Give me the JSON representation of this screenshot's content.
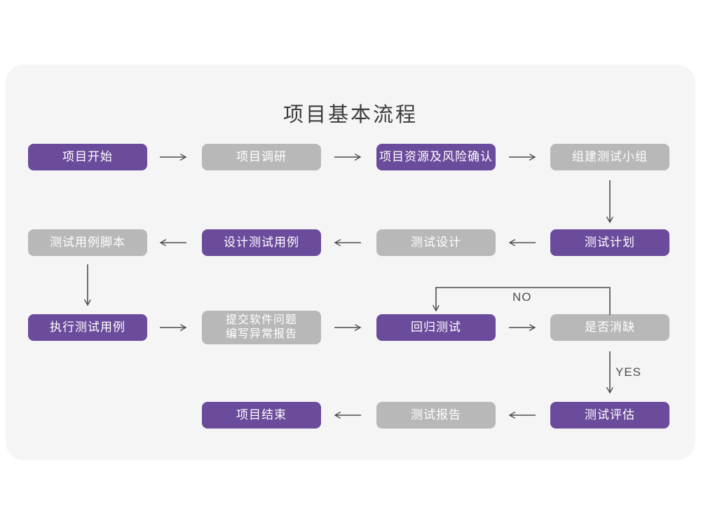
{
  "title": "项目基本流程",
  "colors": {
    "purple": "#6B4B9B",
    "gray": "#B8B8B9",
    "card_bg": "#F5F5F6",
    "arrow": "#4D4D4D",
    "title_text": "#3C3C3C"
  },
  "branch_labels": {
    "no": "NO",
    "yes": "YES"
  },
  "nodes": [
    {
      "label": "项目开始",
      "variant": "purple"
    },
    {
      "label": "项目调研",
      "variant": "gray"
    },
    {
      "label": "项目资源及风险确认",
      "variant": "purple"
    },
    {
      "label": "组建测试小组",
      "variant": "gray"
    },
    {
      "label": "测试计划",
      "variant": "purple"
    },
    {
      "label": "测试设计",
      "variant": "gray"
    },
    {
      "label": "设计测试用例",
      "variant": "purple"
    },
    {
      "label": "测试用例脚本",
      "variant": "gray"
    },
    {
      "label": "执行测试用例",
      "variant": "purple"
    },
    {
      "label": "提交软件问题\n编写异常报告",
      "variant": "gray"
    },
    {
      "label": "回归测试",
      "variant": "purple"
    },
    {
      "label": "是否消缺",
      "variant": "gray"
    },
    {
      "label": "测试评估",
      "variant": "purple"
    },
    {
      "label": "测试报告",
      "variant": "gray"
    },
    {
      "label": "项目结束",
      "variant": "purple"
    }
  ]
}
